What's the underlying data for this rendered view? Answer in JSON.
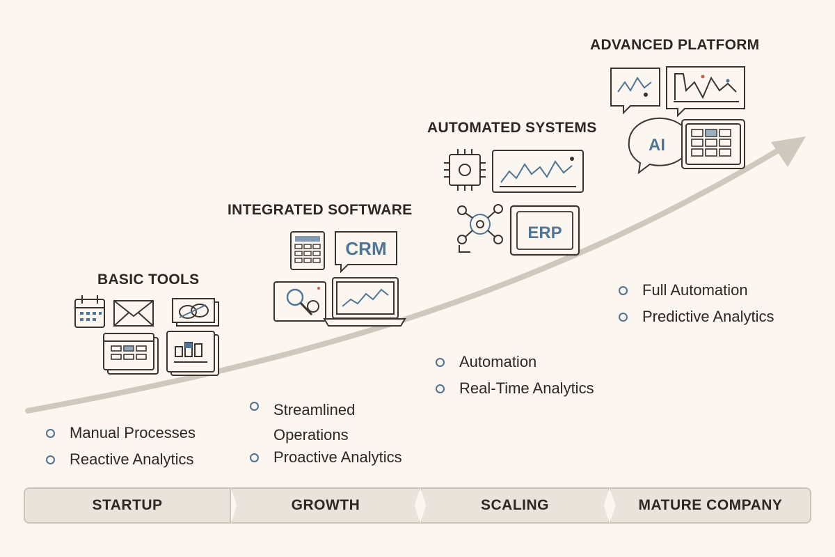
{
  "stages": [
    {
      "title": "BASIC TOOLS",
      "bullets": [
        "Manual Processes",
        "Reactive Analytics"
      ]
    },
    {
      "title": "INTEGRATED SOFTWARE",
      "bullets": [
        "Streamlined Operations",
        "Proactive Analytics"
      ]
    },
    {
      "title": "AUTOMATED SYSTEMS",
      "bullets": [
        "Automation",
        "Real-Time Analytics"
      ]
    },
    {
      "title": "ADVANCED PLATFORM",
      "bullets": [
        "Full Automation",
        "Predictive Analytics"
      ]
    }
  ],
  "icon_labels": {
    "crm": "CRM",
    "erp": "ERP",
    "ai": "AI"
  },
  "phases": [
    "STARTUP",
    "GROWTH",
    "SCALING",
    "MATURE COMPANY"
  ],
  "colors": {
    "background": "#fbf6ef",
    "accent": "#4f7596",
    "arrow": "#cfc8bf",
    "ink": "#2e2622"
  }
}
